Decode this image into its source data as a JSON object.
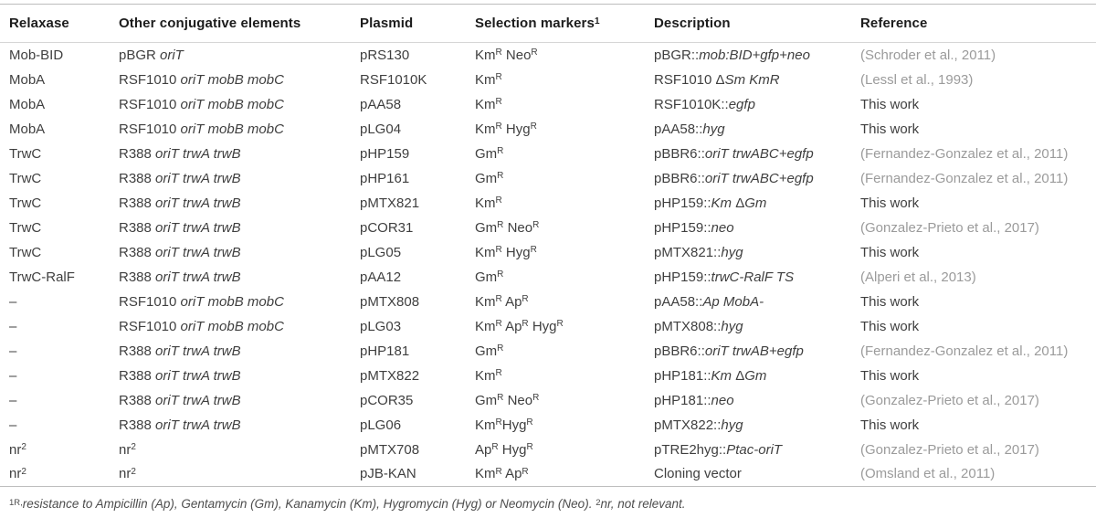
{
  "colors": {
    "header_text": "#1c1c1c",
    "body_text": "#3f3f3f",
    "muted_text": "#9b9b9b",
    "rule_strong": "#bdbdbd",
    "rule_light": "#d6d6d6",
    "page_bg": "#ffffff"
  },
  "table": {
    "columns": [
      {
        "name": "relaxase",
        "segments": [
          {
            "t": "Relaxase"
          }
        ]
      },
      {
        "name": "other-conjugative-elements",
        "segments": [
          {
            "t": "Other conjugative elements"
          }
        ]
      },
      {
        "name": "plasmid",
        "segments": [
          {
            "t": "Plasmid"
          }
        ]
      },
      {
        "name": "selection-markers",
        "segments": [
          {
            "t": "Selection markers"
          },
          {
            "t": "1",
            "s": 1
          }
        ]
      },
      {
        "name": "description",
        "segments": [
          {
            "t": "Description"
          }
        ]
      },
      {
        "name": "reference",
        "segments": [
          {
            "t": "Reference"
          }
        ]
      }
    ],
    "rows": [
      {
        "relaxase": [
          {
            "t": "Mob-BID"
          }
        ],
        "elements": [
          {
            "t": "pBGR "
          },
          {
            "t": "oriT",
            "i": 1
          }
        ],
        "plasmid": [
          {
            "t": "pRS130"
          }
        ],
        "markers": [
          {
            "t": "Km"
          },
          {
            "t": "R",
            "s": 1
          },
          {
            "t": " Neo"
          },
          {
            "t": "R",
            "s": 1
          }
        ],
        "description": [
          {
            "t": "pBGR::"
          },
          {
            "t": "mob:BID+gfp+neo",
            "i": 1
          }
        ],
        "reference": {
          "muted": true,
          "segments": [
            {
              "t": "(Schroder et al., 2011)"
            }
          ]
        }
      },
      {
        "relaxase": [
          {
            "t": "MobA"
          }
        ],
        "elements": [
          {
            "t": "RSF1010 "
          },
          {
            "t": "oriT mobB mobC",
            "i": 1
          }
        ],
        "plasmid": [
          {
            "t": "RSF1010K"
          }
        ],
        "markers": [
          {
            "t": "Km"
          },
          {
            "t": "R",
            "s": 1
          }
        ],
        "description": [
          {
            "t": "RSF1010 Δ"
          },
          {
            "t": "Sm KmR",
            "i": 1
          }
        ],
        "reference": {
          "muted": true,
          "segments": [
            {
              "t": "(Lessl et al., 1993)"
            }
          ]
        }
      },
      {
        "relaxase": [
          {
            "t": "MobA"
          }
        ],
        "elements": [
          {
            "t": "RSF1010 "
          },
          {
            "t": "oriT mobB mobC",
            "i": 1
          }
        ],
        "plasmid": [
          {
            "t": "pAA58"
          }
        ],
        "markers": [
          {
            "t": "Km"
          },
          {
            "t": "R",
            "s": 1
          }
        ],
        "description": [
          {
            "t": "RSF1010K::"
          },
          {
            "t": "egfp",
            "i": 1
          }
        ],
        "reference": {
          "muted": false,
          "segments": [
            {
              "t": "This work"
            }
          ]
        }
      },
      {
        "relaxase": [
          {
            "t": "MobA"
          }
        ],
        "elements": [
          {
            "t": "RSF1010 "
          },
          {
            "t": "oriT mobB mobC",
            "i": 1
          }
        ],
        "plasmid": [
          {
            "t": "pLG04"
          }
        ],
        "markers": [
          {
            "t": "Km"
          },
          {
            "t": "R",
            "s": 1
          },
          {
            "t": " Hyg"
          },
          {
            "t": "R",
            "s": 1
          }
        ],
        "description": [
          {
            "t": "pAA58::"
          },
          {
            "t": "hyg",
            "i": 1
          }
        ],
        "reference": {
          "muted": false,
          "segments": [
            {
              "t": "This work"
            }
          ]
        }
      },
      {
        "relaxase": [
          {
            "t": "TrwC"
          }
        ],
        "elements": [
          {
            "t": "R388 "
          },
          {
            "t": "oriT trwA trwB",
            "i": 1
          }
        ],
        "plasmid": [
          {
            "t": "pHP159"
          }
        ],
        "markers": [
          {
            "t": "Gm"
          },
          {
            "t": "R",
            "s": 1
          }
        ],
        "description": [
          {
            "t": "pBBR6::"
          },
          {
            "t": "oriT trwABC+egfp",
            "i": 1
          }
        ],
        "reference": {
          "muted": true,
          "segments": [
            {
              "t": "(Fernandez-Gonzalez et al., 2011)"
            }
          ]
        }
      },
      {
        "relaxase": [
          {
            "t": "TrwC"
          }
        ],
        "elements": [
          {
            "t": "R388 "
          },
          {
            "t": "oriT trwA trwB",
            "i": 1
          }
        ],
        "plasmid": [
          {
            "t": "pHP161"
          }
        ],
        "markers": [
          {
            "t": "Gm"
          },
          {
            "t": "R",
            "s": 1
          }
        ],
        "description": [
          {
            "t": "pBBR6::"
          },
          {
            "t": "oriT trwABC+egfp",
            "i": 1
          }
        ],
        "reference": {
          "muted": true,
          "segments": [
            {
              "t": "(Fernandez-Gonzalez et al., 2011)"
            }
          ]
        }
      },
      {
        "relaxase": [
          {
            "t": "TrwC"
          }
        ],
        "elements": [
          {
            "t": "R388 "
          },
          {
            "t": "oriT trwA trwB",
            "i": 1
          }
        ],
        "plasmid": [
          {
            "t": "pMTX821"
          }
        ],
        "markers": [
          {
            "t": "Km"
          },
          {
            "t": "R",
            "s": 1
          }
        ],
        "description": [
          {
            "t": "pHP159::"
          },
          {
            "t": "Km",
            "i": 1
          },
          {
            "t": " Δ"
          },
          {
            "t": "Gm",
            "i": 1
          }
        ],
        "reference": {
          "muted": false,
          "segments": [
            {
              "t": "This work"
            }
          ]
        }
      },
      {
        "relaxase": [
          {
            "t": "TrwC"
          }
        ],
        "elements": [
          {
            "t": "R388 "
          },
          {
            "t": "oriT trwA trwB",
            "i": 1
          }
        ],
        "plasmid": [
          {
            "t": "pCOR31"
          }
        ],
        "markers": [
          {
            "t": "Gm"
          },
          {
            "t": "R",
            "s": 1
          },
          {
            "t": " Neo"
          },
          {
            "t": "R",
            "s": 1
          }
        ],
        "description": [
          {
            "t": "pHP159::"
          },
          {
            "t": "neo",
            "i": 1
          }
        ],
        "reference": {
          "muted": true,
          "segments": [
            {
              "t": "(Gonzalez-Prieto et al., 2017)"
            }
          ]
        }
      },
      {
        "relaxase": [
          {
            "t": "TrwC"
          }
        ],
        "elements": [
          {
            "t": "R388 "
          },
          {
            "t": "oriT trwA trwB",
            "i": 1
          }
        ],
        "plasmid": [
          {
            "t": "pLG05"
          }
        ],
        "markers": [
          {
            "t": "Km"
          },
          {
            "t": "R",
            "s": 1
          },
          {
            "t": " Hyg"
          },
          {
            "t": "R",
            "s": 1
          }
        ],
        "description": [
          {
            "t": "pMTX821::"
          },
          {
            "t": "hyg",
            "i": 1
          }
        ],
        "reference": {
          "muted": false,
          "segments": [
            {
              "t": "This work"
            }
          ]
        }
      },
      {
        "relaxase": [
          {
            "t": "TrwC-RalF"
          }
        ],
        "elements": [
          {
            "t": "R388 "
          },
          {
            "t": "oriT trwA trwB",
            "i": 1
          }
        ],
        "plasmid": [
          {
            "t": "pAA12"
          }
        ],
        "markers": [
          {
            "t": "Gm"
          },
          {
            "t": "R",
            "s": 1
          }
        ],
        "description": [
          {
            "t": "pHP159::"
          },
          {
            "t": "trwC-RalF TS",
            "i": 1
          }
        ],
        "reference": {
          "muted": true,
          "segments": [
            {
              "t": "(Alperi et al., 2013)"
            }
          ]
        }
      },
      {
        "relaxase": [
          {
            "t": "–"
          }
        ],
        "elements": [
          {
            "t": "RSF1010 "
          },
          {
            "t": "oriT mobB mobC",
            "i": 1
          }
        ],
        "plasmid": [
          {
            "t": "pMTX808"
          }
        ],
        "markers": [
          {
            "t": "Km"
          },
          {
            "t": "R",
            "s": 1
          },
          {
            "t": " Ap"
          },
          {
            "t": "R",
            "s": 1
          }
        ],
        "description": [
          {
            "t": "pAA58::"
          },
          {
            "t": "Ap MobA-",
            "i": 1
          }
        ],
        "reference": {
          "muted": false,
          "segments": [
            {
              "t": "This work"
            }
          ]
        }
      },
      {
        "relaxase": [
          {
            "t": "–"
          }
        ],
        "elements": [
          {
            "t": "RSF1010 "
          },
          {
            "t": "oriT mobB mobC",
            "i": 1
          }
        ],
        "plasmid": [
          {
            "t": "pLG03"
          }
        ],
        "markers": [
          {
            "t": "Km"
          },
          {
            "t": "R",
            "s": 1
          },
          {
            "t": " Ap"
          },
          {
            "t": "R",
            "s": 1
          },
          {
            "t": " Hyg"
          },
          {
            "t": "R",
            "s": 1
          }
        ],
        "description": [
          {
            "t": "pMTX808::"
          },
          {
            "t": "hyg",
            "i": 1
          }
        ],
        "reference": {
          "muted": false,
          "segments": [
            {
              "t": "This work"
            }
          ]
        }
      },
      {
        "relaxase": [
          {
            "t": "–"
          }
        ],
        "elements": [
          {
            "t": "R388 "
          },
          {
            "t": "oriT trwA trwB",
            "i": 1
          }
        ],
        "plasmid": [
          {
            "t": "pHP181"
          }
        ],
        "markers": [
          {
            "t": "Gm"
          },
          {
            "t": "R",
            "s": 1
          }
        ],
        "description": [
          {
            "t": "pBBR6::"
          },
          {
            "t": "oriT trwAB+egfp",
            "i": 1
          }
        ],
        "reference": {
          "muted": true,
          "segments": [
            {
              "t": "(Fernandez-Gonzalez et al., 2011)"
            }
          ]
        }
      },
      {
        "relaxase": [
          {
            "t": "–"
          }
        ],
        "elements": [
          {
            "t": "R388 "
          },
          {
            "t": "oriT trwA trwB",
            "i": 1
          }
        ],
        "plasmid": [
          {
            "t": "pMTX822"
          }
        ],
        "markers": [
          {
            "t": "Km"
          },
          {
            "t": "R",
            "s": 1
          }
        ],
        "description": [
          {
            "t": "pHP181::"
          },
          {
            "t": "Km",
            "i": 1
          },
          {
            "t": " Δ"
          },
          {
            "t": "Gm",
            "i": 1
          }
        ],
        "reference": {
          "muted": false,
          "segments": [
            {
              "t": "This work"
            }
          ]
        }
      },
      {
        "relaxase": [
          {
            "t": "–"
          }
        ],
        "elements": [
          {
            "t": "R388 "
          },
          {
            "t": "oriT trwA trwB",
            "i": 1
          }
        ],
        "plasmid": [
          {
            "t": "pCOR35"
          }
        ],
        "markers": [
          {
            "t": "Gm"
          },
          {
            "t": "R",
            "s": 1
          },
          {
            "t": " Neo"
          },
          {
            "t": "R",
            "s": 1
          }
        ],
        "description": [
          {
            "t": "pHP181::"
          },
          {
            "t": "neo",
            "i": 1
          }
        ],
        "reference": {
          "muted": true,
          "segments": [
            {
              "t": "(Gonzalez-Prieto et al., 2017)"
            }
          ]
        }
      },
      {
        "relaxase": [
          {
            "t": "–"
          }
        ],
        "elements": [
          {
            "t": "R388 "
          },
          {
            "t": "oriT trwA trwB",
            "i": 1
          }
        ],
        "plasmid": [
          {
            "t": "pLG06"
          }
        ],
        "markers": [
          {
            "t": "Km"
          },
          {
            "t": "R",
            "s": 1
          },
          {
            "t": "Hyg"
          },
          {
            "t": "R",
            "s": 1
          }
        ],
        "description": [
          {
            "t": "pMTX822::"
          },
          {
            "t": "hyg",
            "i": 1
          }
        ],
        "reference": {
          "muted": false,
          "segments": [
            {
              "t": "This work"
            }
          ]
        }
      },
      {
        "relaxase": [
          {
            "t": "nr"
          },
          {
            "t": "2",
            "s": 1
          }
        ],
        "elements": [
          {
            "t": "nr"
          },
          {
            "t": "2",
            "s": 1
          }
        ],
        "plasmid": [
          {
            "t": "pMTX708"
          }
        ],
        "markers": [
          {
            "t": "Ap"
          },
          {
            "t": "R",
            "s": 1
          },
          {
            "t": " Hyg"
          },
          {
            "t": "R",
            "s": 1
          }
        ],
        "description": [
          {
            "t": "pTRE2hyg::"
          },
          {
            "t": "Ptac-oriT",
            "i": 1
          }
        ],
        "reference": {
          "muted": true,
          "segments": [
            {
              "t": "(Gonzalez-Prieto et al., 2017)"
            }
          ]
        }
      },
      {
        "relaxase": [
          {
            "t": "nr"
          },
          {
            "t": "2",
            "s": 1
          }
        ],
        "elements": [
          {
            "t": "nr"
          },
          {
            "t": "2",
            "s": 1
          }
        ],
        "plasmid": [
          {
            "t": "pJB-KAN"
          }
        ],
        "markers": [
          {
            "t": "Km"
          },
          {
            "t": "R",
            "s": 1
          },
          {
            "t": " Ap"
          },
          {
            "t": "R",
            "s": 1
          }
        ],
        "description": [
          {
            "t": "Cloning vector"
          }
        ],
        "reference": {
          "muted": true,
          "segments": [
            {
              "t": "(Omsland et al., 2011)"
            }
          ]
        }
      }
    ]
  },
  "footnote": {
    "segments": [
      {
        "t": "1R,",
        "s": 1
      },
      {
        "t": "resistance to Ampicillin (Ap), Gentamycin (Gm), Kanamycin (Km), Hygromycin (Hyg) or Neomycin (Neo). ",
        "i": 1
      },
      {
        "t": "2",
        "s": 1
      },
      {
        "t": "nr, not relevant.",
        "i": 1
      }
    ]
  }
}
